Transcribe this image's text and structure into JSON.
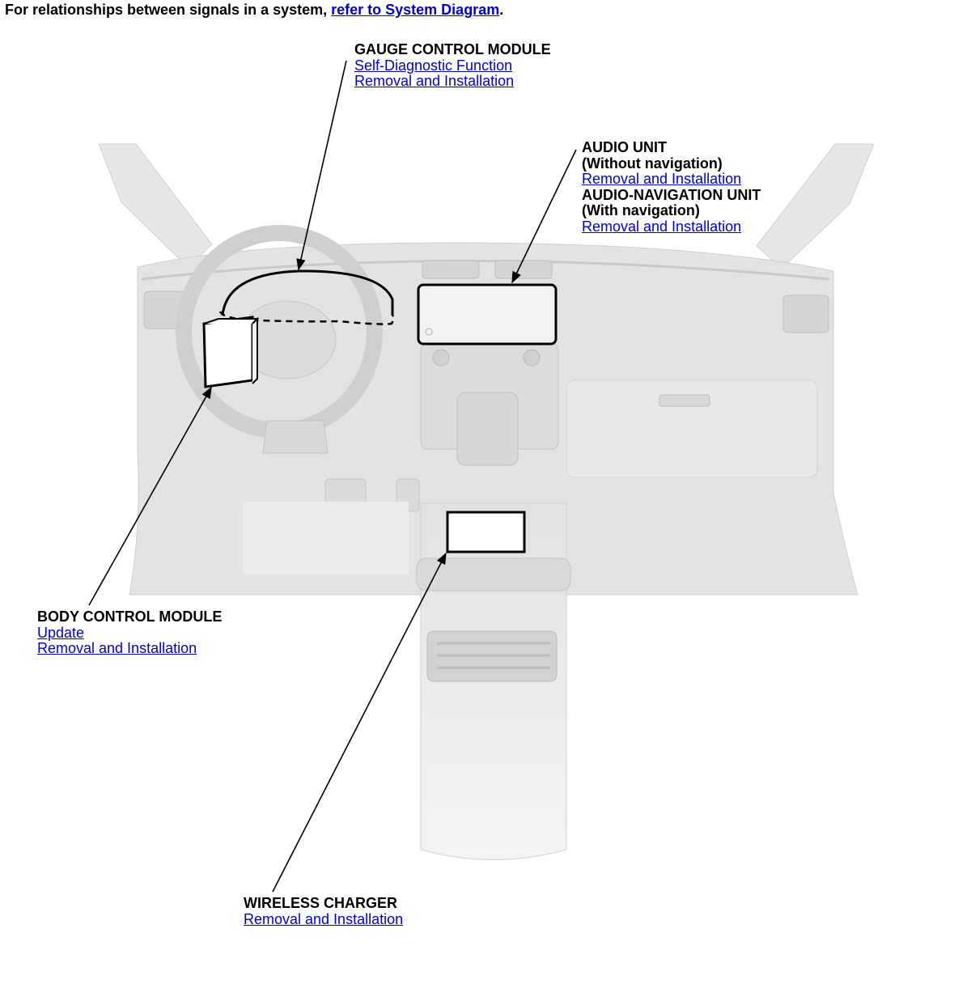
{
  "intro": {
    "text": "For relationships between signals in a system, ",
    "link": "refer to System Diagram",
    "suffix": "."
  },
  "callouts": {
    "gauge": {
      "title": "GAUGE CONTROL MODULE",
      "links": [
        "Self-Diagnostic Function",
        "Removal and Installation"
      ]
    },
    "audio": {
      "title1": "AUDIO UNIT",
      "sub1": "(Without navigation)",
      "link1": "Removal and Installation",
      "title2": "AUDIO-NAVIGATION UNIT",
      "sub2": "(With navigation)",
      "link2": "Removal and Installation"
    },
    "body": {
      "title": "BODY CONTROL MODULE",
      "links": [
        "Update",
        "Removal and Installation"
      ]
    },
    "wireless": {
      "title": "WIRELESS CHARGER",
      "links": [
        "Removal and Installation"
      ]
    }
  },
  "colors": {
    "link": "#0000cc",
    "illustration": "#e3e3e3",
    "illustration_dark": "#cfcfcf",
    "outline": "#000000"
  }
}
